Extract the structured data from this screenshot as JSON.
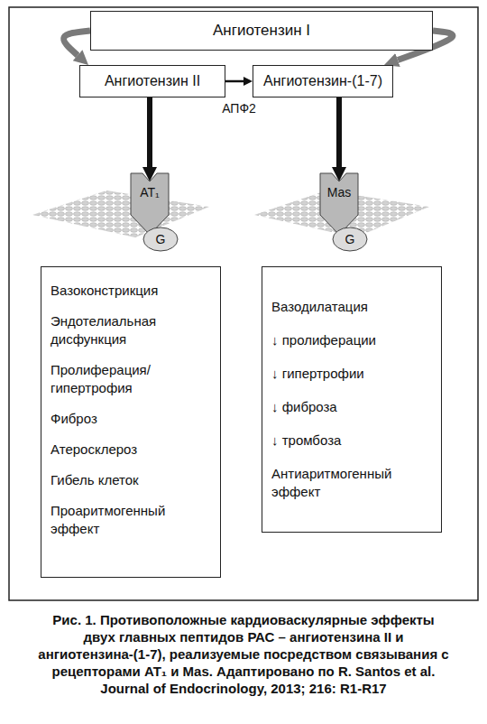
{
  "diagram": {
    "caption": "Рис. 1. Противоположные кардиоваскулярные эффекты двух главных пептидов РАС – ангиотензина II и ангиотензина-(1-7), реализуемые посредством связывания с рецепторами AT₁ и Mas. Адаптировано по R. Santos et al. Journal of Endocrinology, 2013; 216: R1-R17",
    "nodes": [
      {
        "text": [
          "Ангиотензин I"
        ]
      },
      {
        "text": [
          "Ангиотензин II"
        ]
      },
      {
        "text": [
          "Ангиотензин-(1-7)"
        ]
      },
      {
        "text": [
          "AT₁"
        ]
      },
      {
        "text": [
          "G"
        ]
      },
      {
        "text": [
          "Mas"
        ]
      },
      {
        "text": [
          "G"
        ]
      },
      {
        "text": [
          "Вазоконстрикция",
          "Эндотелиальная дисфункция",
          "Пролиферация/ гипертрофия",
          "Фиброз",
          "Атеросклероз",
          "Гибель клеток",
          "Проаритмогенный эффект"
        ]
      },
      {
        "text": [
          "Вазодилатация",
          "↓ пролиферации",
          "↓ гипертрофии",
          "↓ фиброза",
          "↓ тромбоза",
          "Антиаритмогенный эффект"
        ]
      }
    ],
    "edges": [
      {
        "from": 0,
        "to": 1,
        "arrow": "to"
      },
      {
        "from": 0,
        "to": 2,
        "arrow": "to"
      },
      {
        "from": 1,
        "to": 2,
        "label": "АПФ2",
        "arrow": "to"
      },
      {
        "from": 1,
        "to": 3,
        "arrow": "to"
      },
      {
        "from": 2,
        "to": 5,
        "arrow": "to"
      }
    ]
  }
}
